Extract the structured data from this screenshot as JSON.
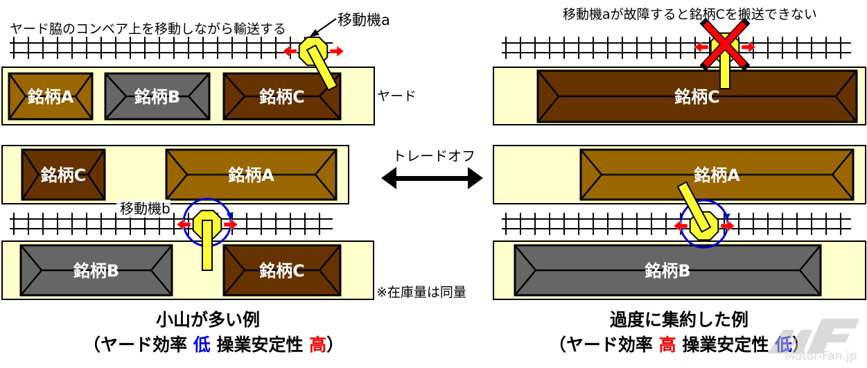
{
  "colors": {
    "yard_fill": "#ffffcc",
    "pile_A": "#996600",
    "pile_B": "#666666",
    "pile_C": "#663300",
    "mover_fill": "#ffff33",
    "arrow_red": "#ff0000",
    "rotate_blue": "#0000cc",
    "low_blue": "#0000dd",
    "high_red": "#ee0000"
  },
  "labels": {
    "conveyor_note": "ヤード脇のコンベア上を移動しながら輸送する",
    "mover_a": "移動機a",
    "mover_b": "移動機b",
    "yard": "ヤード",
    "failure_note": "移動機aが故障すると銘柄Cを搬送できない",
    "tradeoff": "トレードオフ",
    "inventory_note": "※在庫量は同量"
  },
  "piles": {
    "left_top": [
      {
        "name": "銘柄A",
        "grade": "A"
      },
      {
        "name": "銘柄B",
        "grade": "B"
      },
      {
        "name": "銘柄C",
        "grade": "C"
      }
    ],
    "left_mid": [
      {
        "name": "銘柄C",
        "grade": "C"
      },
      {
        "name": "銘柄A",
        "grade": "A"
      }
    ],
    "left_bot": [
      {
        "name": "銘柄B",
        "grade": "B"
      },
      {
        "name": "銘柄C",
        "grade": "C"
      }
    ],
    "right_top": [
      {
        "name": "銘柄C",
        "grade": "C"
      }
    ],
    "right_mid": [
      {
        "name": "銘柄A",
        "grade": "A"
      }
    ],
    "right_bot": [
      {
        "name": "銘柄B",
        "grade": "B"
      }
    ]
  },
  "captions": {
    "left": {
      "title": "小山が多い例",
      "open": "（ヤード効率 ",
      "efficiency": "低",
      "mid": " 操業安定性 ",
      "stability": "高",
      "close": "）"
    },
    "right": {
      "title": "過度に集約した例",
      "open": "（ヤード効率 ",
      "efficiency": "高",
      "mid": " 操業安定性 ",
      "stability": "低",
      "close": "）"
    }
  },
  "watermark": "Motor-Fan.jp"
}
